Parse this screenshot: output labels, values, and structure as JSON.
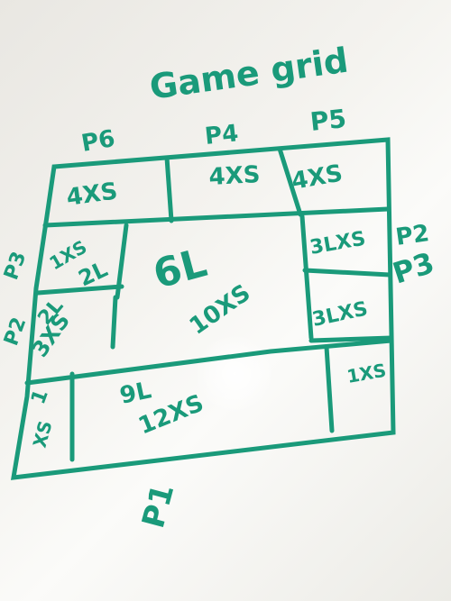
{
  "title": "Game grid",
  "players": {
    "p6": "P6",
    "p4": "P4",
    "p5": "P5",
    "p2": "P2",
    "p3": "P3",
    "p_left_top": "P3",
    "p_left_bottom": "P2",
    "p1": "P1"
  },
  "cells": {
    "top_left": "4XS",
    "top_mid": "4XS",
    "top_right": "4XS",
    "left_upper_a": "1XS",
    "left_upper_b": "2L",
    "center_a": "6L",
    "center_b": "10XS",
    "right_upper": "3LXS",
    "right_mid": "3LXS",
    "left_mid_a": "2L",
    "left_mid_b": "3XS",
    "bottom_left_a": "1",
    "bottom_left_b": "XS",
    "bottom_mid_a": "9L",
    "bottom_mid_b": "12XS",
    "bottom_right": "1XS"
  },
  "colors": {
    "ink": "#1a9a7a",
    "board": "#f4f3ef"
  }
}
